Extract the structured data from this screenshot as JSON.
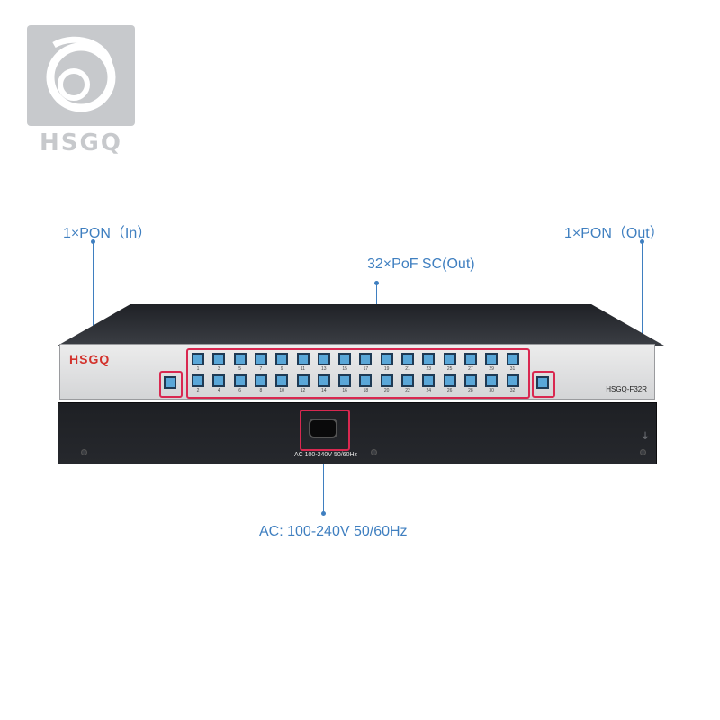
{
  "watermark": {
    "brand_text": "HSGQ",
    "icon": "brand-swirl-logo-icon"
  },
  "callouts": {
    "pon_in": "1×PON（In）",
    "pon_out": "1×PON（Out）",
    "poe_sc": "32×PoF SC(Out)",
    "ac": "AC: 100-240V 50/60Hz"
  },
  "device": {
    "brand": "HSGQ",
    "model": "HSGQ-F32R",
    "power_label": "AC 100-240V 50/60Hz",
    "port_labels_top": [
      "1",
      "3",
      "5",
      "7",
      "9",
      "11",
      "13",
      "15",
      "17",
      "19",
      "21",
      "23",
      "25",
      "27",
      "29",
      "31"
    ],
    "port_labels_bottom": [
      "2",
      "4",
      "6",
      "8",
      "10",
      "12",
      "14",
      "16",
      "18",
      "20",
      "22",
      "24",
      "26",
      "28",
      "30",
      "32"
    ]
  },
  "colors": {
    "callout_blue": "#3f7fc0",
    "highlight_red": "#d92850",
    "port_blue": "#5aa7d8",
    "brand_red": "#d3322c"
  }
}
